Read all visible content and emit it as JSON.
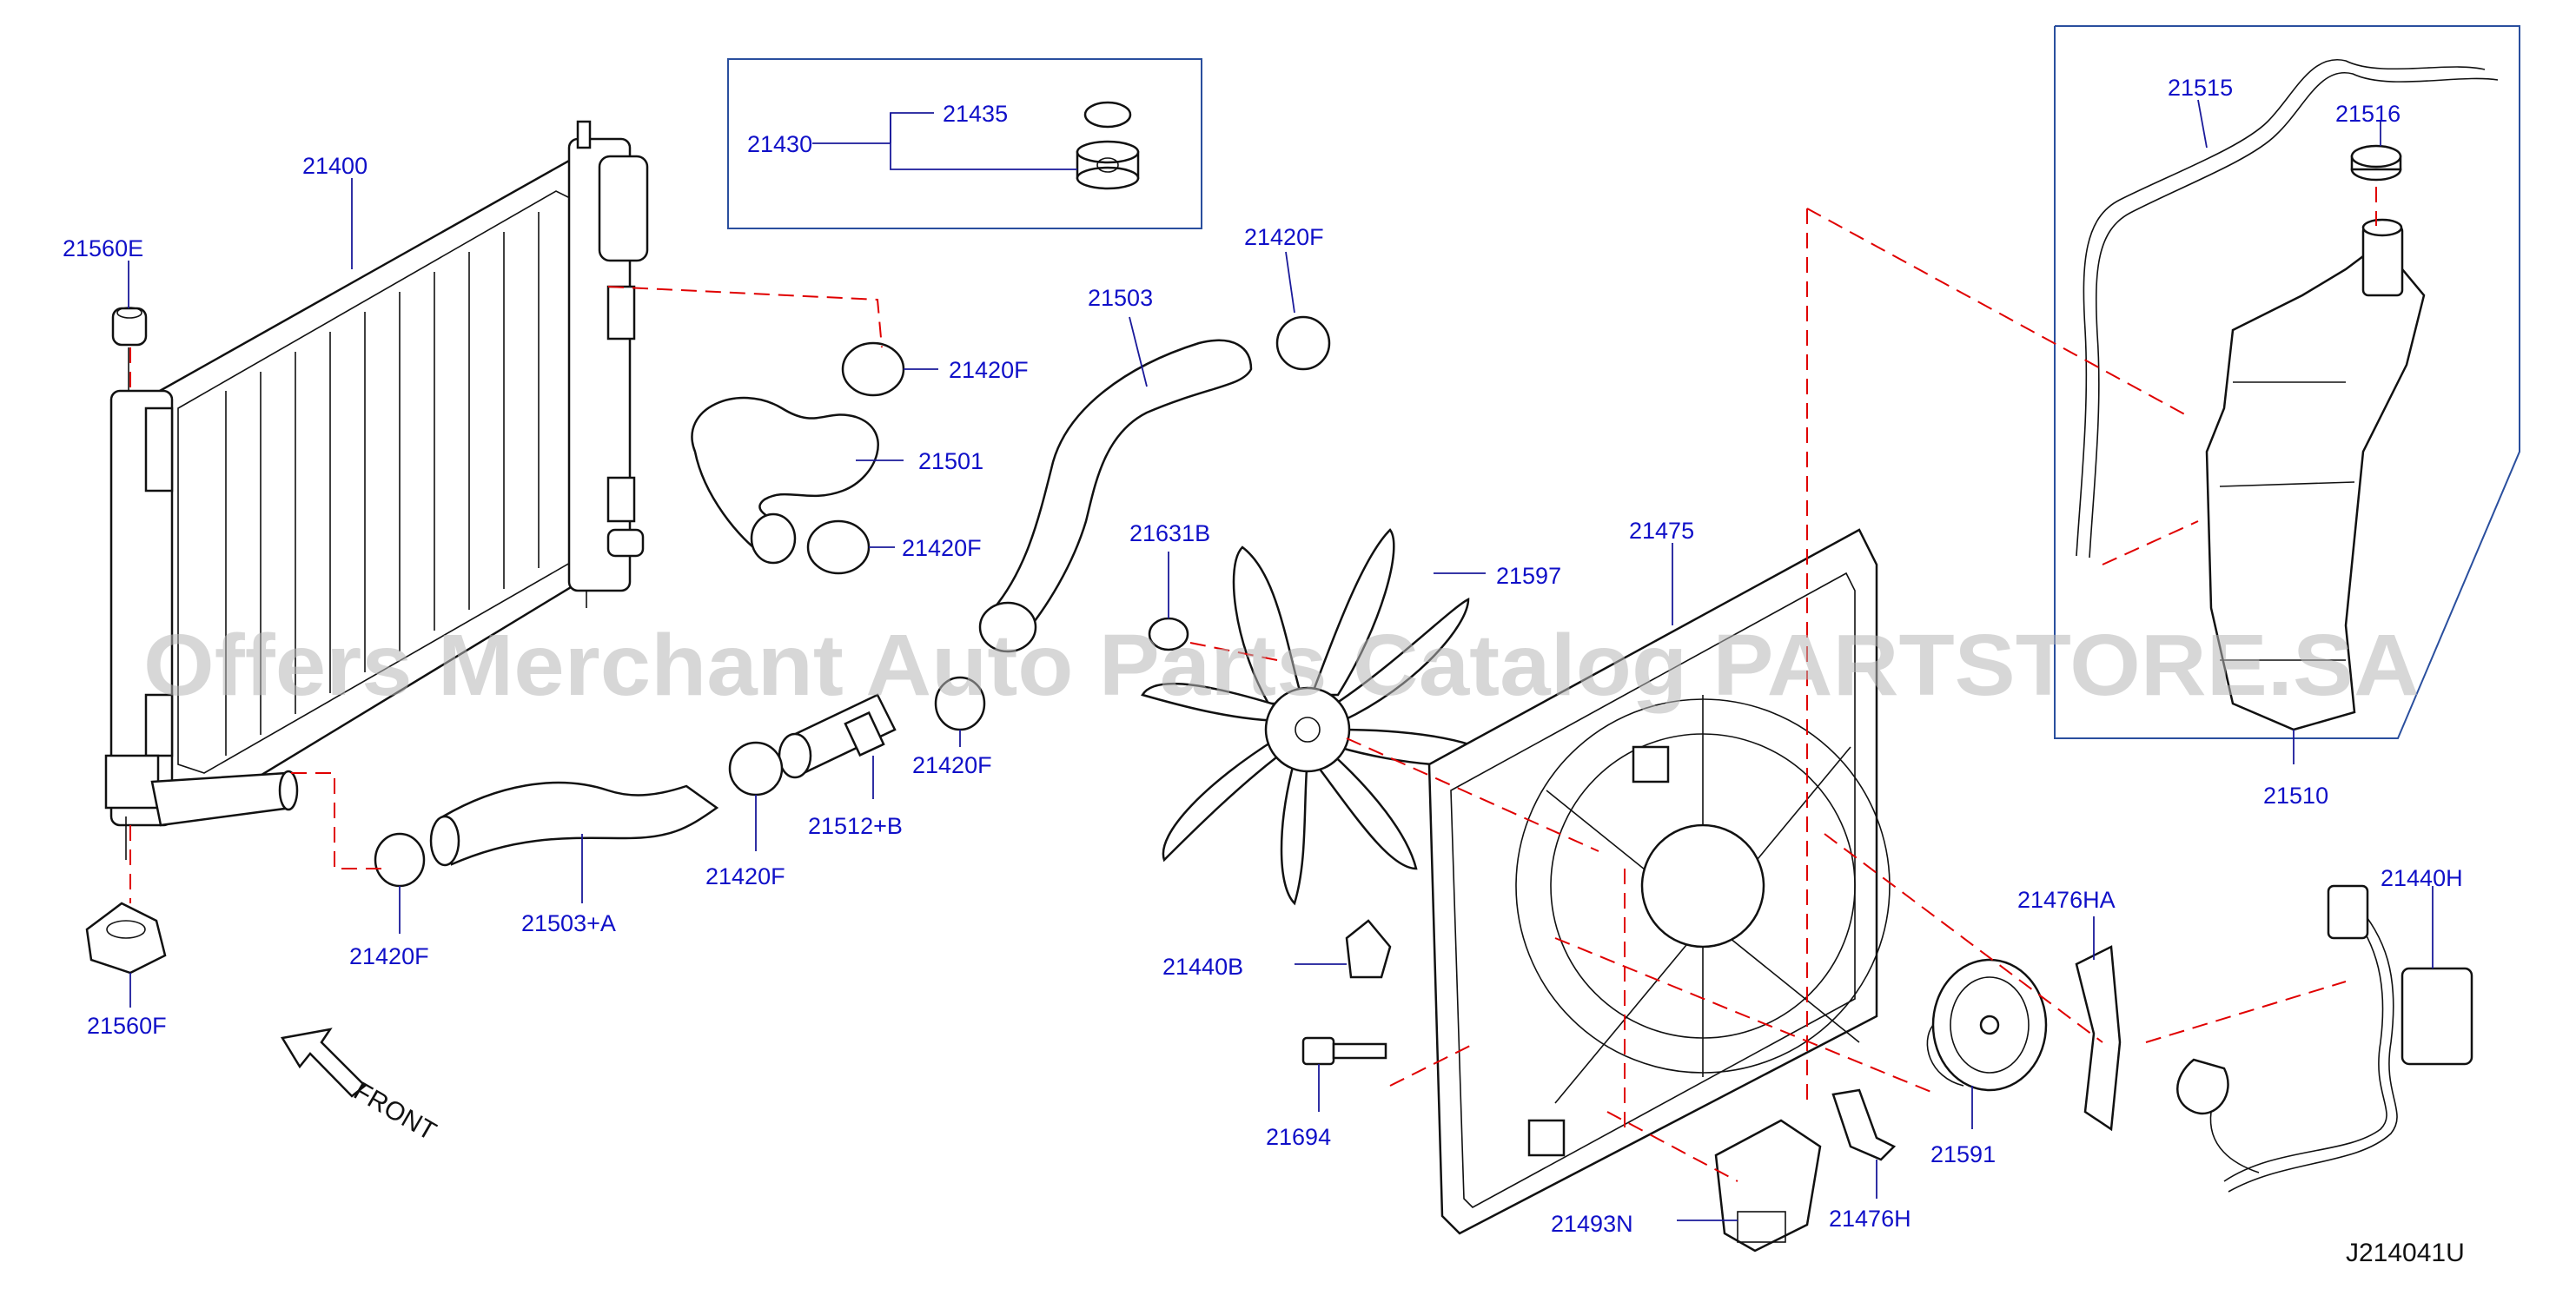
{
  "labels": {
    "p21400": "21400",
    "p21560E": "21560E",
    "p21560F": "21560F",
    "p21430": "21430",
    "p21435": "21435",
    "p21420F_a": "21420F",
    "p21501": "21501",
    "p21420F_b": "21420F",
    "p21503": "21503",
    "p21420F_c": "21420F",
    "p21631B": "21631B",
    "p21597": "21597",
    "p21475": "21475",
    "p21420F_d": "21420F",
    "p21512B": "21512+B",
    "p21420F_e": "21420F",
    "p21503A": "21503+A",
    "p21420F_f": "21420F",
    "p21440B": "21440B",
    "p21694": "21694",
    "p21493N": "21493N",
    "p21476H": "21476H",
    "p21591": "21591",
    "p21476HA": "21476HA",
    "p21440H": "21440H",
    "p21515": "21515",
    "p21516": "21516",
    "p21510": "21510"
  },
  "front_label": "FRONT",
  "diagram_code": "J214041U",
  "watermark": "Offers Merchant Auto Parts Catalog PARTSTORE.SA",
  "colors": {
    "label": "#1010c8",
    "leader": "#1a1a9a",
    "dashed_guide": "#e00000",
    "frame": "#2a4f9e",
    "outline": "#111111"
  }
}
